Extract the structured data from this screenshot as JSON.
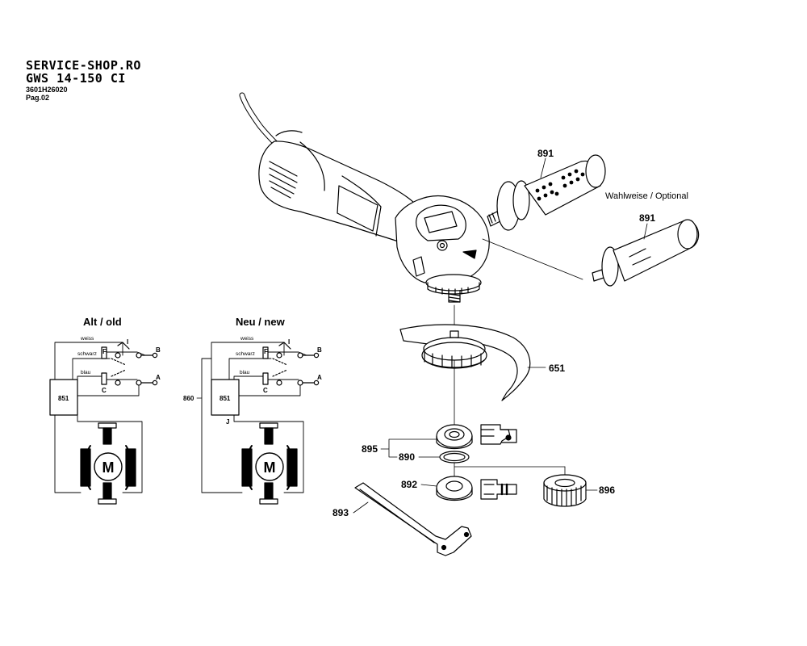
{
  "header": {
    "shop": "SERVICE-SHOP.RO",
    "model": "GWS 14-150 CI",
    "part_number": "3601H26020",
    "page": "Pag.02"
  },
  "parts": {
    "p891a": "891",
    "p891b": "891",
    "optional_note": "Wahlweise / Optional",
    "p651": "651",
    "p895": "895",
    "p890": "890",
    "p892": "892",
    "p896": "896",
    "p893": "893"
  },
  "wiring": {
    "old": {
      "title": "Alt / old",
      "wire_white": "weiss",
      "wire_black": "schwarz",
      "wire_blue": "blau",
      "term_f": "F",
      "term_i": "I",
      "term_b": "B",
      "term_a": "A",
      "term_c": "C",
      "box": "851",
      "motor": "M"
    },
    "new": {
      "title": "Neu / new",
      "wire_white": "weiss",
      "wire_black": "schwarz",
      "wire_blue": "blau",
      "term_f": "F",
      "term_i": "I",
      "term_b": "B",
      "term_a": "A",
      "term_c": "C",
      "term_j": "J",
      "box": "851",
      "side_label": "860",
      "motor": "M"
    }
  },
  "colors": {
    "ink": "#000000",
    "paper": "#ffffff",
    "shade": "#d8d8d8"
  }
}
